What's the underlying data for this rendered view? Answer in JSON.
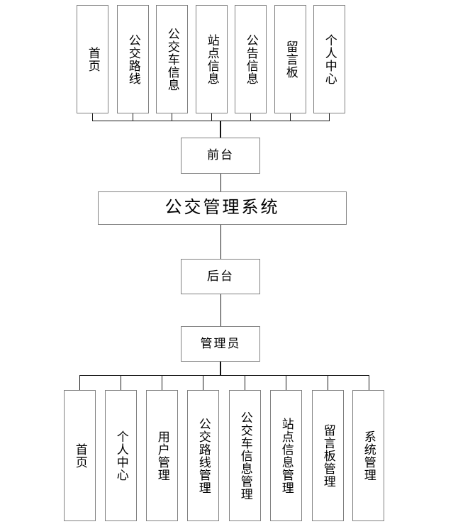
{
  "diagram": {
    "title": "公交管理系统",
    "type": "system-architecture-tree",
    "root": {
      "label": "公交管理系统"
    },
    "branches": [
      {
        "key": "frontend",
        "label": "前台",
        "children": [
          {
            "label": "首页"
          },
          {
            "label": "公交路线"
          },
          {
            "label": "公交车信息"
          },
          {
            "label": "站点信息"
          },
          {
            "label": "公告信息"
          },
          {
            "label": "留言板"
          },
          {
            "label": "个人中心"
          }
        ]
      },
      {
        "key": "backend",
        "label": "后台",
        "role": {
          "label": "管理员"
        },
        "children": [
          {
            "label": "首页"
          },
          {
            "label": "个人中心"
          },
          {
            "label": "用户管理"
          },
          {
            "label": "公交路线管理"
          },
          {
            "label": "公交车信息管理"
          },
          {
            "label": "站点信息管理"
          },
          {
            "label": "留言板管理"
          },
          {
            "label": "系统管理"
          }
        ]
      }
    ],
    "colors": {
      "background": "#ffffff",
      "box_border": "#808080",
      "connector": "#1a1a1a",
      "text": "#000000"
    }
  }
}
